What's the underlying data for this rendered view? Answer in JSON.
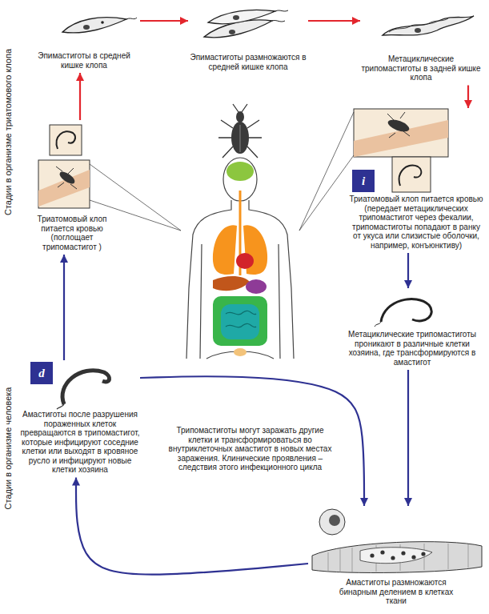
{
  "diagram": {
    "nodes": [
      {
        "text": [
          "Эпимастиготы в средней кишке клопа"
        ]
      },
      {
        "text": [
          "Эпимастиготы размножаются в средней кишке клопа"
        ]
      },
      {
        "text": [
          "Метациклические трипомастиготы в задней кишке клопа"
        ]
      },
      {
        "text": [
          "Триатомовый клоп питается кровью (поглощает трипомастигот )"
        ]
      },
      {
        "text": [
          "Триатомовый клоп питается кровью (передает метациклических трипомастигот через фекалии, трипомастиготы попадают в ранку от укуса или слизистые оболочки, например, конъюнктиву)"
        ]
      },
      {
        "text": [
          "Метациклические трипомастиготы проникают в различные клетки хозяина, где трансформируются в амастигот"
        ]
      },
      {
        "text": [
          "Амастиготы после разрушения пораженных клеток превращаются в трипомастигот, которые инфицируют соседние клетки или выходят в кровяное русло и инфицируют новые клетки хозяина"
        ]
      },
      {
        "text": [
          "Амастиготы размножаются бинарным делением в клетках ткани"
        ]
      }
    ],
    "edges": [
      {
        "from": 0,
        "to": 1,
        "arrow": "to"
      },
      {
        "from": 1,
        "to": 2,
        "arrow": "to"
      },
      {
        "from": 2,
        "to": 4,
        "arrow": "to"
      },
      {
        "from": 4,
        "to": 5,
        "arrow": "to"
      },
      {
        "from": 5,
        "to": 7,
        "arrow": "to"
      },
      {
        "from": 7,
        "to": 6,
        "arrow": "to"
      },
      {
        "from": 6,
        "to": 3,
        "arrow": "to"
      },
      {
        "from": 3,
        "to": 0,
        "arrow": "to"
      },
      {
        "from": 6,
        "to": 7,
        "arrow": "to",
        "label": "Трипомастиготы могут заражать другие клетки и трансформироваться во внутриклеточных амастигот в новых местах заражения. Клинические проявления – следствия этого инфекционного цикла"
      }
    ],
    "labels": [
      "Стадии в организме триатомового клопа",
      "Стадии в организме человека",
      "i",
      "d"
    ]
  }
}
